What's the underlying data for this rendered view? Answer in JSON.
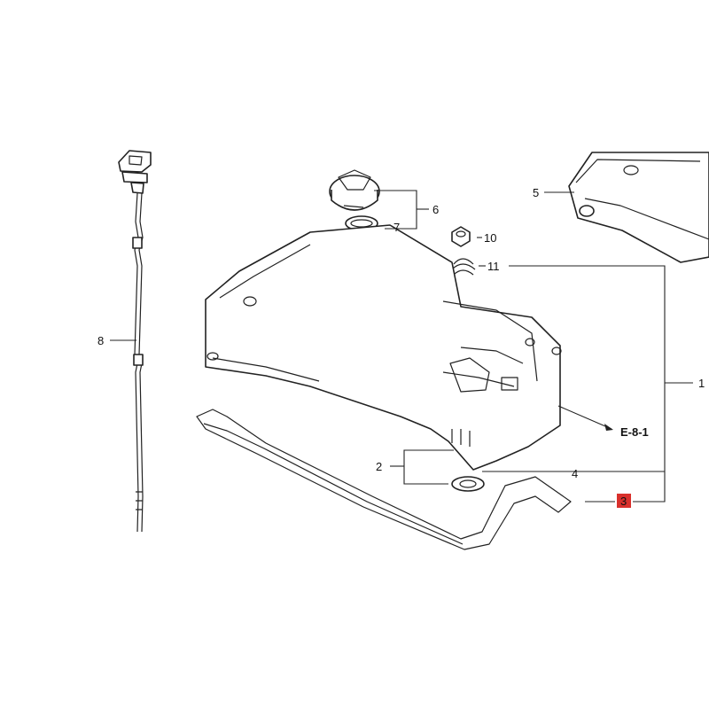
{
  "callouts": {
    "c1": "1",
    "c2": "2",
    "c3": "3",
    "c4": "4",
    "c5": "5",
    "c6": "6",
    "c7": "7",
    "c8": "8",
    "c10": "10",
    "c11": "11"
  },
  "reference": "E-8-1",
  "colors": {
    "highlight": "#d9302c",
    "ink": "#222222"
  }
}
